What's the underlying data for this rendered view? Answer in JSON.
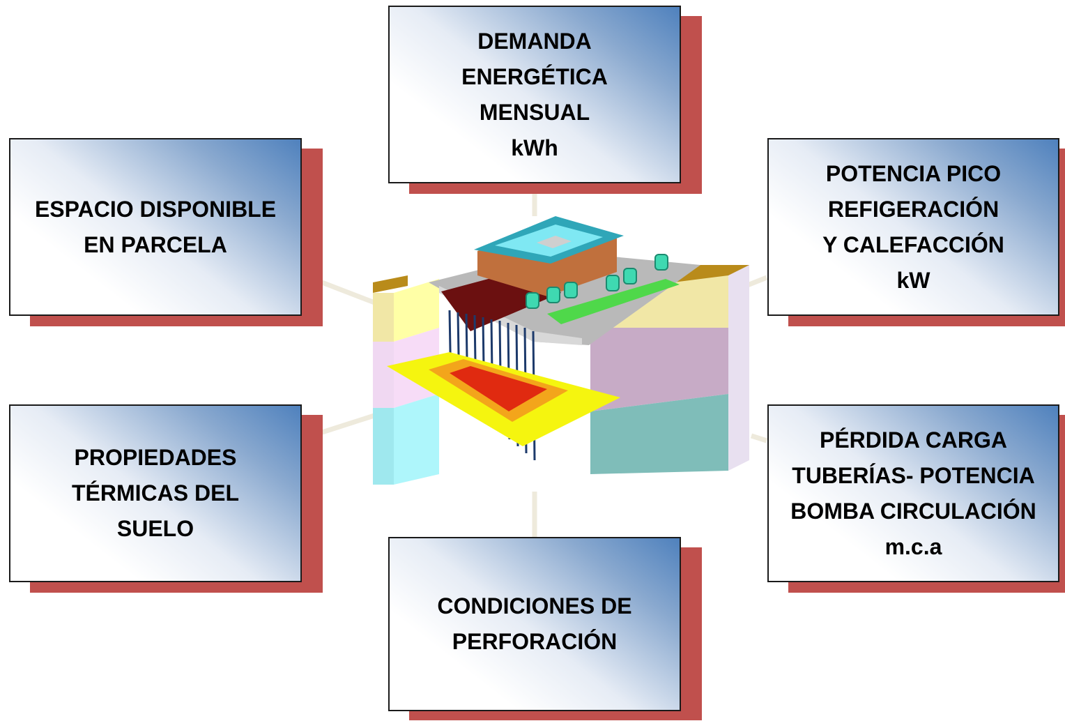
{
  "cards": {
    "demanda": {
      "lines": [
        "DEMANDA",
        "ENERGÉTICA",
        "MENSUAL",
        "kWh"
      ]
    },
    "espacio": {
      "lines": [
        "ESPACIO DISPONIBLE",
        "EN PARCELA"
      ]
    },
    "potencia": {
      "lines": [
        "POTENCIA PICO",
        "REFIGERACIÓN",
        "Y CALEFACCIÓN",
        "kW"
      ]
    },
    "propiedades": {
      "lines": [
        "PROPIEDADES",
        "TÉRMICAS DEL",
        "SUELO"
      ]
    },
    "perdida": {
      "lines": [
        "PÉRDIDA CARGA",
        "TUBERÍAS- POTENCIA",
        "BOMBA CIRCULACIÓN",
        "m.c.a"
      ]
    },
    "condiciones": {
      "lines": [
        "CONDICIONES DE",
        "PERFORACIÓN"
      ]
    }
  },
  "colors": {
    "shadow": "#c0504d",
    "gradient_blue": "#4f81bd",
    "connector": "#eeeadc"
  },
  "icons": {
    "center": "geothermal-borehole-field-3d-model"
  }
}
